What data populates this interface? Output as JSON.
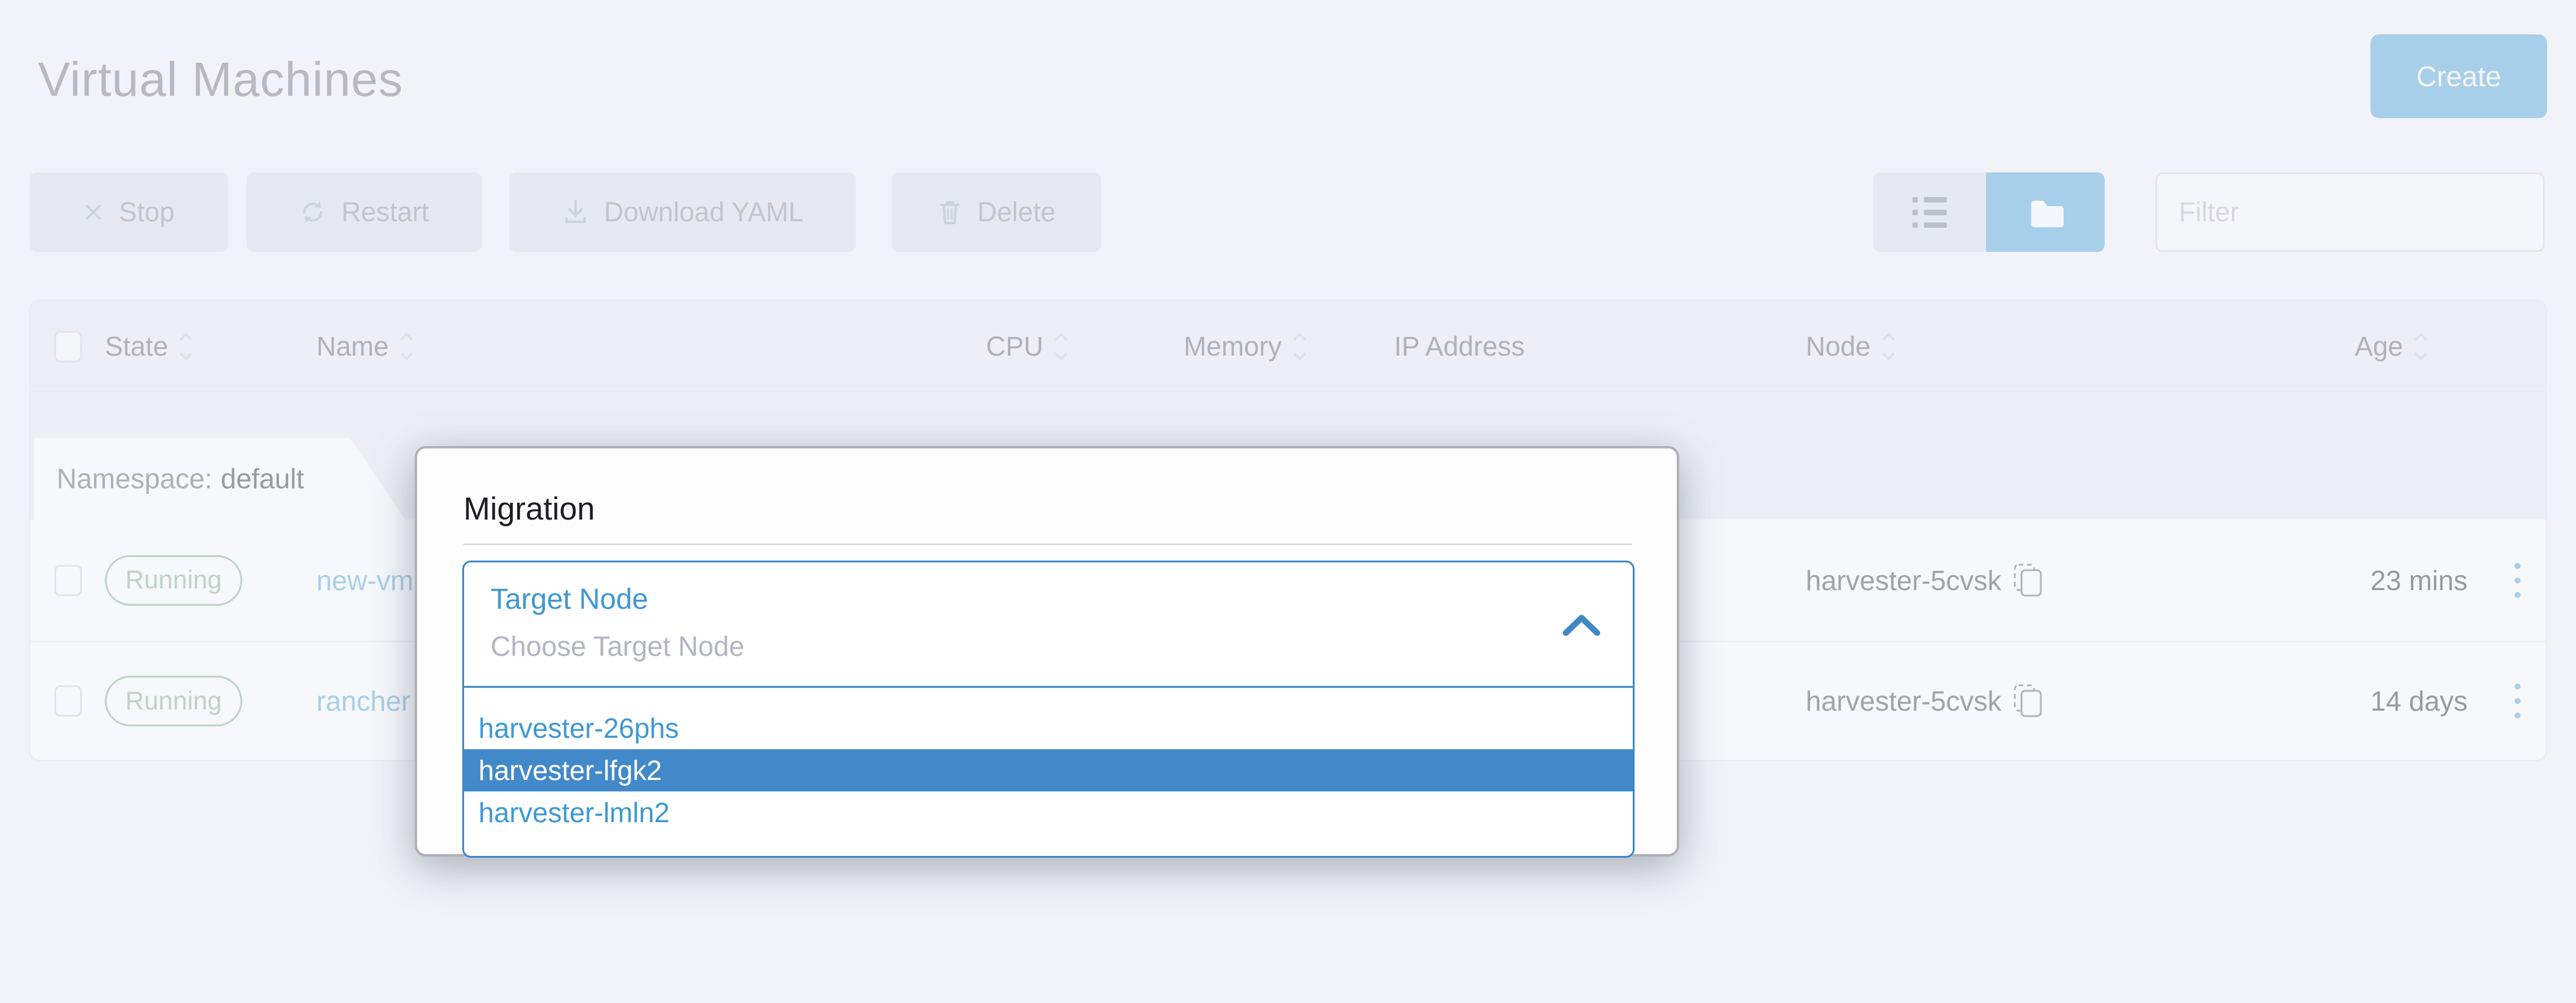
{
  "page": {
    "title": "Virtual Machines"
  },
  "header": {
    "create_label": "Create"
  },
  "toolbar": {
    "buttons": [
      {
        "icon": "x-icon",
        "label": "Stop"
      },
      {
        "icon": "refresh-icon",
        "label": "Restart"
      },
      {
        "icon": "download-icon",
        "label": "Download YAML"
      },
      {
        "icon": "trash-icon",
        "label": "Delete"
      }
    ],
    "view_toggle": {
      "modes": [
        "list-view-icon",
        "folder-view-icon"
      ],
      "active": "folder-view"
    },
    "filter_placeholder": "Filter"
  },
  "table": {
    "columns": [
      {
        "label": "State",
        "sortable": true
      },
      {
        "label": "Name",
        "sortable": true
      },
      {
        "label": "CPU",
        "sortable": true
      },
      {
        "label": "Memory",
        "sortable": true
      },
      {
        "label": "IP Address",
        "sortable": false
      },
      {
        "label": "Node",
        "sortable": true
      },
      {
        "label": "Age",
        "sortable": true
      }
    ],
    "group": {
      "label": "Namespace:",
      "value": "default"
    },
    "rows": [
      {
        "state": "Running",
        "name": "new-vm",
        "node": "harvester-5cvsk",
        "age": "23 mins"
      },
      {
        "state": "Running",
        "name": "rancher",
        "node": "harvester-5cvsk",
        "age": "14 days"
      }
    ]
  },
  "modal": {
    "title": "Migration",
    "target_node": {
      "label": "Target Node",
      "placeholder": "Choose Target Node"
    },
    "options": [
      "harvester-26phs",
      "harvester-lfgk2",
      "harvester-lmln2"
    ],
    "selected_option": "harvester-lfgk2"
  },
  "colors": {
    "primary_blue": "#3d98d3",
    "dropdown_highlight": "#4289ca",
    "success_green": "#73a573",
    "modal_border": "#aeb0ba"
  }
}
